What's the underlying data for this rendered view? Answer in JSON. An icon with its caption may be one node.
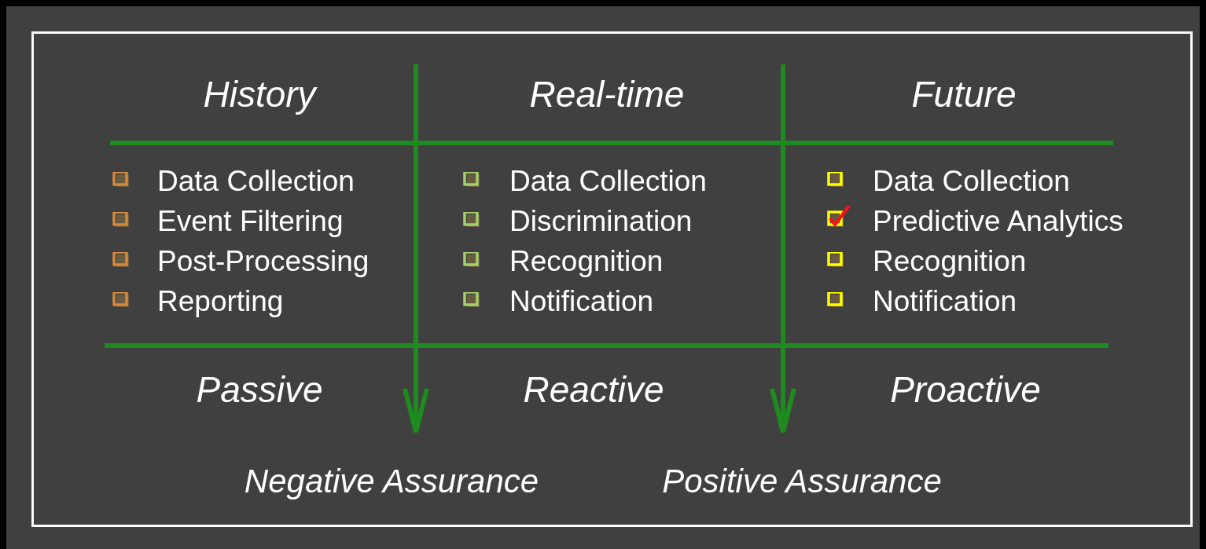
{
  "diagram": {
    "labels": [
      "History",
      "Real-time",
      "Future",
      "Data Collection",
      "Data Collection",
      "Data Collection",
      "Event Filtering",
      "Discrimination",
      "Predictive Analytics",
      "Post-Processing",
      "Recognition",
      "Recognition",
      "Reporting",
      "Notification",
      "Notification",
      "Passive",
      "Reactive",
      "Proactive",
      "Negative Assurance",
      "Positive Assurance"
    ]
  }
}
